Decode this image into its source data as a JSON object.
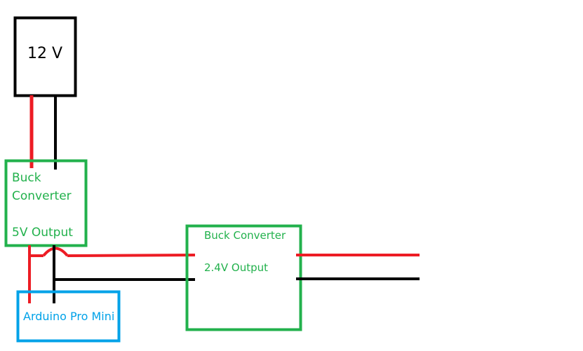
{
  "power_source": {
    "label": "12 V"
  },
  "buck_5v": {
    "line1": "Buck",
    "line2": "Converter",
    "line3": "5V Output"
  },
  "buck_24v": {
    "line1": "Buck Converter",
    "line2": "2.4V Output"
  },
  "arduino": {
    "label": "Arduino Pro Mini"
  },
  "colors": {
    "source_border": "#000000",
    "converter_border": "#22b14c",
    "converter_text": "#22b14c",
    "arduino_border": "#00a2e8",
    "arduino_text": "#00a2e8",
    "positive_wire": "#ed1c24",
    "ground_wire": "#000000"
  }
}
